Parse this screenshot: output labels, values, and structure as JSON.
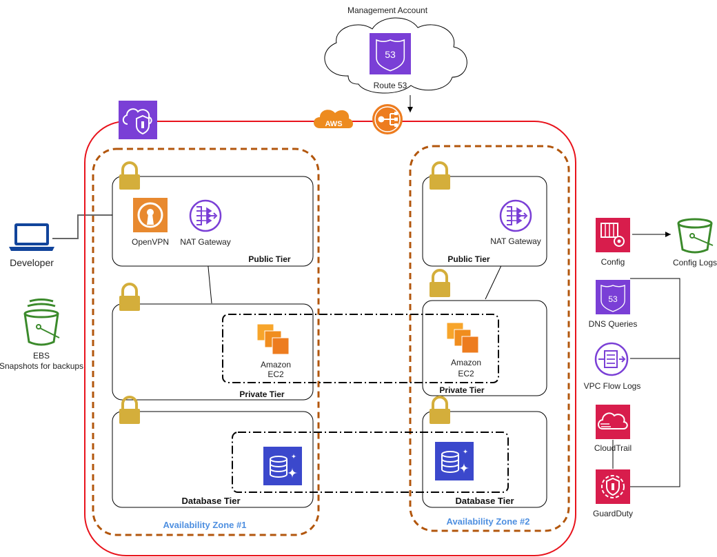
{
  "colors": {
    "region_border": "#e8121b",
    "az_border": "#b2560c",
    "az_label": "#4e8fe0",
    "lock": "#d4ae3b",
    "purple": "#7a3fd6",
    "orange": "#ed7c1f",
    "pink": "#d81d4c",
    "green": "#3b8a2b",
    "navy": "#11449b"
  },
  "management": {
    "title": "Management Account",
    "route53_label": "Route 53",
    "route53_number": "53"
  },
  "aws_badge": "AWS",
  "availability_zones": [
    {
      "label": "Availability Zone #1"
    },
    {
      "label": "Availability Zone #2"
    }
  ],
  "az1": {
    "public_tier": "Public Tier",
    "private_tier": "Private Tier",
    "database_tier": "Database Tier",
    "openvpn": "OpenVPN",
    "nat_gateway": "NAT Gateway",
    "ec2_line1": "Amazon",
    "ec2_line2": "EC2"
  },
  "az2": {
    "public_tier": "Public Tier",
    "private_tier": "Private Tier",
    "database_tier": "Database Tier",
    "nat_gateway": "NAT Gateway",
    "ec2_line1": "Amazon",
    "ec2_line2": "EC2"
  },
  "developer": {
    "label": "Developer"
  },
  "ebs": {
    "line1": "EBS",
    "line2": "Snapshots for backups"
  },
  "services": {
    "config": "Config",
    "config_logs": "Config Logs",
    "dns_queries": "DNS Queries",
    "dns_number": "53",
    "vpc_flow_logs": "VPC Flow Logs",
    "cloudtrail": "CloudTrail",
    "guardduty": "GuardDuty"
  }
}
